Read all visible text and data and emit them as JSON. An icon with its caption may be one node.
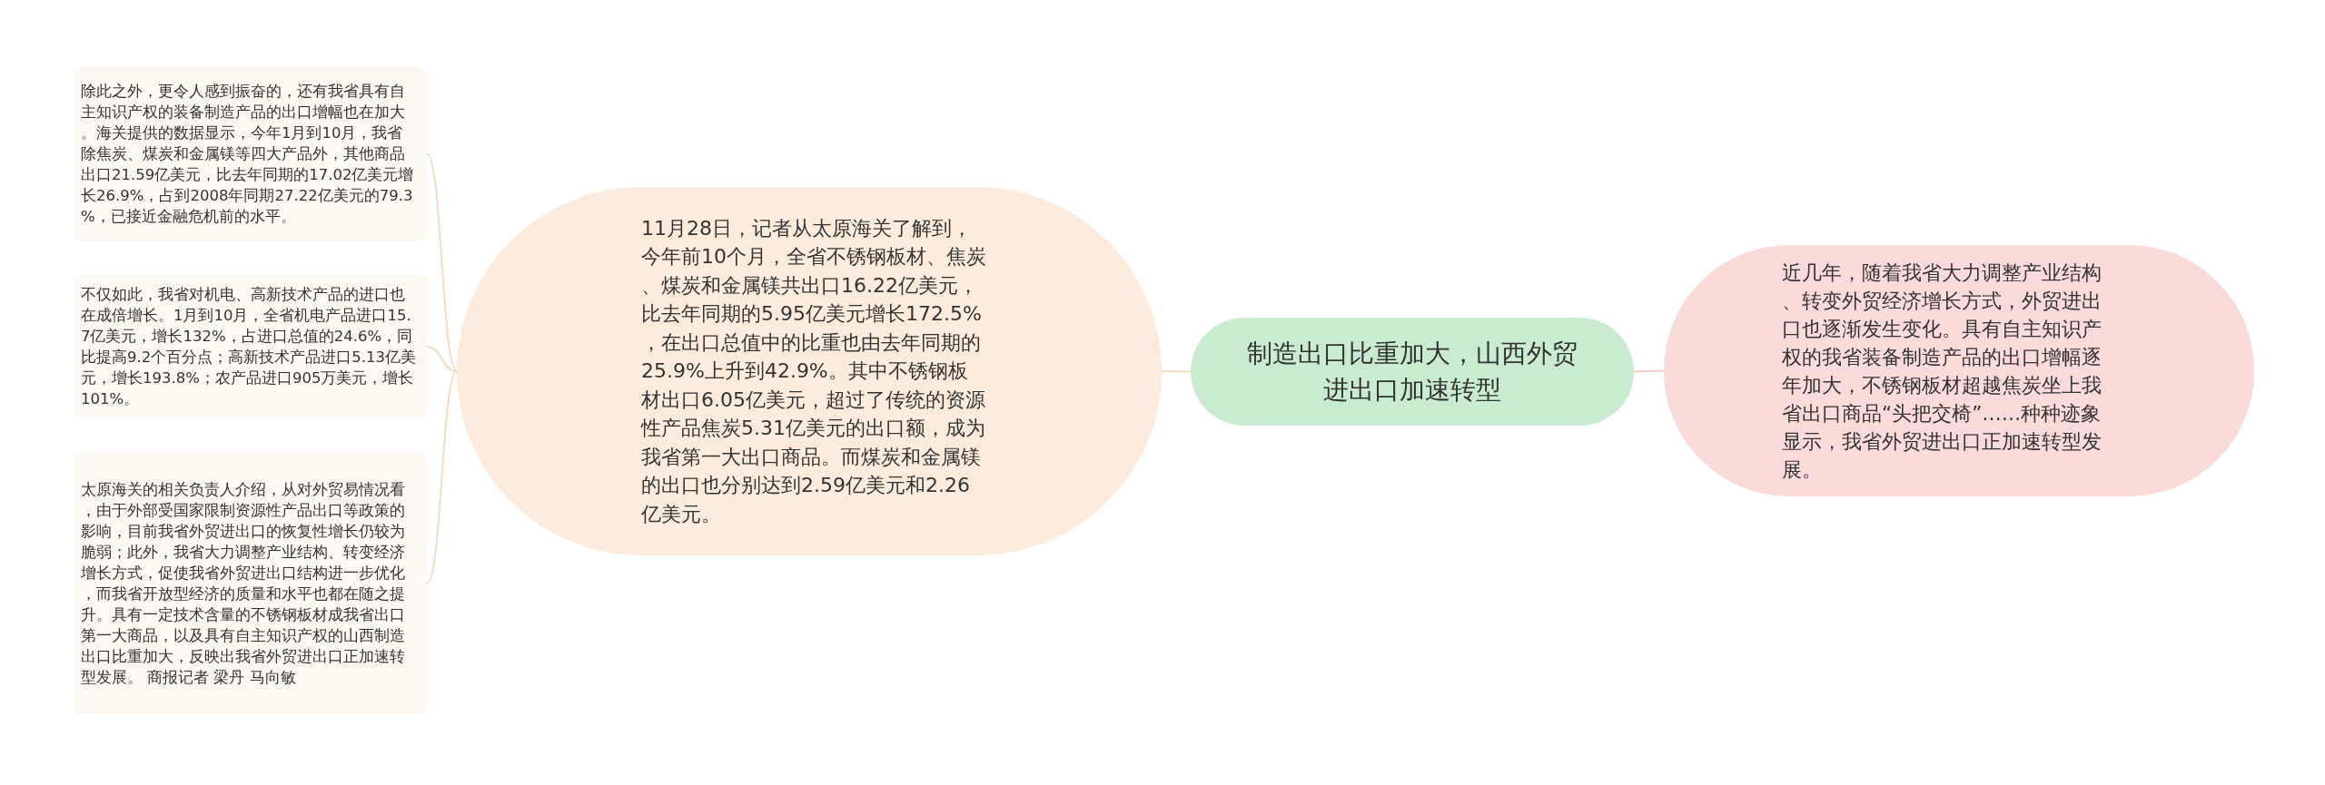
{
  "diagram": {
    "nodes": [
      {
        "text": [
          "制造出口比重加大，山西外贸进出口加速转型"
        ]
      },
      {
        "text": [
          "11月28日，记者从太原海关了解到，今年前10个月，全省不锈钢板材、焦炭、煤炭和金属镁共出口16.22亿美元，比去年同期的5.95亿美元增长172.5%，在出口总值中的比重也由去年同期的25.9%上升到42.9%。其中不锈钢板材出口6.05亿美元，超过了传统的资源性产品焦炭5.31亿美元的出口额，成为我省第一大出口商品。而煤炭和金属镁的出口也分别达到2.59亿美元和2.26亿美元。"
        ]
      },
      {
        "text": [
          "除此之外，更令人感到振奋的，还有我省具有自主知识产权的装备制造产品的出口增幅也在加大。海关提供的数据显示，今年1月到10月，我省除焦炭、煤炭和金属镁等四大产品外，其他商品出口21.59亿美元，比去年同期的17.02亿美元增长26.9%，占到2008年同期27.22亿美元的79.3%，已接近金融危机前的水平。"
        ]
      },
      {
        "text": [
          "不仅如此，我省对机电、高新技术产品的进口也在成倍增长。1月到10月，全省机电产品进口15.7亿美元，增长132%，占进口总值的24.6%，同比提高9.2个百分点；高新技术产品进口5.13亿美元，增长193.8%；农产品进口905万美元，增长101%。"
        ]
      },
      {
        "text": [
          "太原海关的相关负责人介绍，从对外贸易情况看，由于外部受国家限制资源性产品出口等政策的影响，目前我省外贸进出口的恢复性增长仍较为脆弱；此外，我省大力调整产业结构、转变经济增长方式，促使我省外贸进出口结构进一步优化，而我省开放型经济的质量和水平也都在随之提升。具有一定技术含量的不锈钢板材成我省出口第一大商品，以及具有自主知识产权的山西制造出口比重加大，反映出我省外贸进出口正加速转型发展。 商报记者 梁丹 马向敏"
        ]
      },
      {
        "text": [
          "近几年，随着我省大力调整产业结构、转变外贸经济增长方式，外贸进出口也逐渐发生变化。具有自主知识产权的我省装备制造产品的出口增幅逐年加大，不锈钢板材超越焦炭坐上我省出口商品“头把交椅”……种种迹象显示，我省外贸进出口正加速转型发展。"
        ]
      }
    ],
    "edges": [
      {
        "from": 0,
        "to": 1,
        "arrow": "none"
      },
      {
        "from": 1,
        "to": 2,
        "arrow": "none"
      },
      {
        "from": 1,
        "to": 3,
        "arrow": "none"
      },
      {
        "from": 1,
        "to": 4,
        "arrow": "none"
      },
      {
        "from": 0,
        "to": 5,
        "arrow": "none",
        "color": "#f6c9c9"
      }
    ]
  }
}
